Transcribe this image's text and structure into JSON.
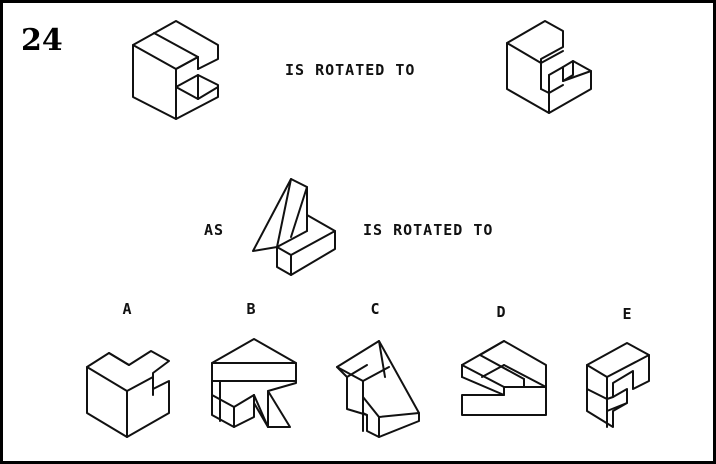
{
  "question": {
    "number": "24",
    "first_relation": "IS ROTATED TO",
    "second_prefix": "AS",
    "second_relation": "IS ROTATED TO"
  },
  "options": [
    {
      "letter": "A"
    },
    {
      "letter": "B"
    },
    {
      "letter": "C"
    },
    {
      "letter": "D"
    },
    {
      "letter": "E"
    }
  ],
  "colors": {
    "ink": "#111111",
    "border": "#000000",
    "background": "#ffffff"
  }
}
